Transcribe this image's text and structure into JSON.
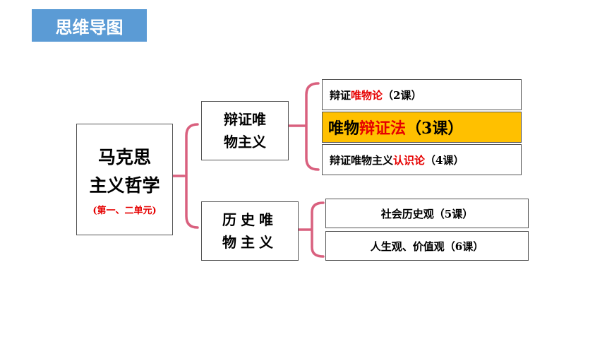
{
  "header": {
    "title": "思维导图"
  },
  "colors": {
    "accent": "#5b9bd5",
    "bracket": "#d9607e",
    "highlight": "#e60000",
    "highlight_bg": "#ffc000"
  },
  "root": {
    "line1": "马克思",
    "line2": "主义哲学",
    "sub": "(第一、二单元)"
  },
  "branches": [
    {
      "line1": "辩证唯",
      "line2": "物主义",
      "leaves": [
        {
          "parts": [
            {
              "t": "辩证"
            },
            {
              "t": "唯物论",
              "red": true
            },
            {
              "t": "（2课）"
            }
          ]
        },
        {
          "parts": [
            {
              "t": "唯物"
            },
            {
              "t": "辩证法",
              "red": true
            },
            {
              "t": "（3课）"
            }
          ]
        },
        {
          "parts": [
            {
              "t": "辩证唯物主义"
            },
            {
              "t": "认识论",
              "red": true
            },
            {
              "t": "（4课）"
            }
          ]
        }
      ]
    },
    {
      "line1": "历史唯",
      "line2": "物主义",
      "leaves": [
        {
          "parts": [
            {
              "t": "社会历史观（5课）"
            }
          ]
        },
        {
          "parts": [
            {
              "t": "人生观、价值观（6课）"
            }
          ]
        }
      ]
    }
  ]
}
